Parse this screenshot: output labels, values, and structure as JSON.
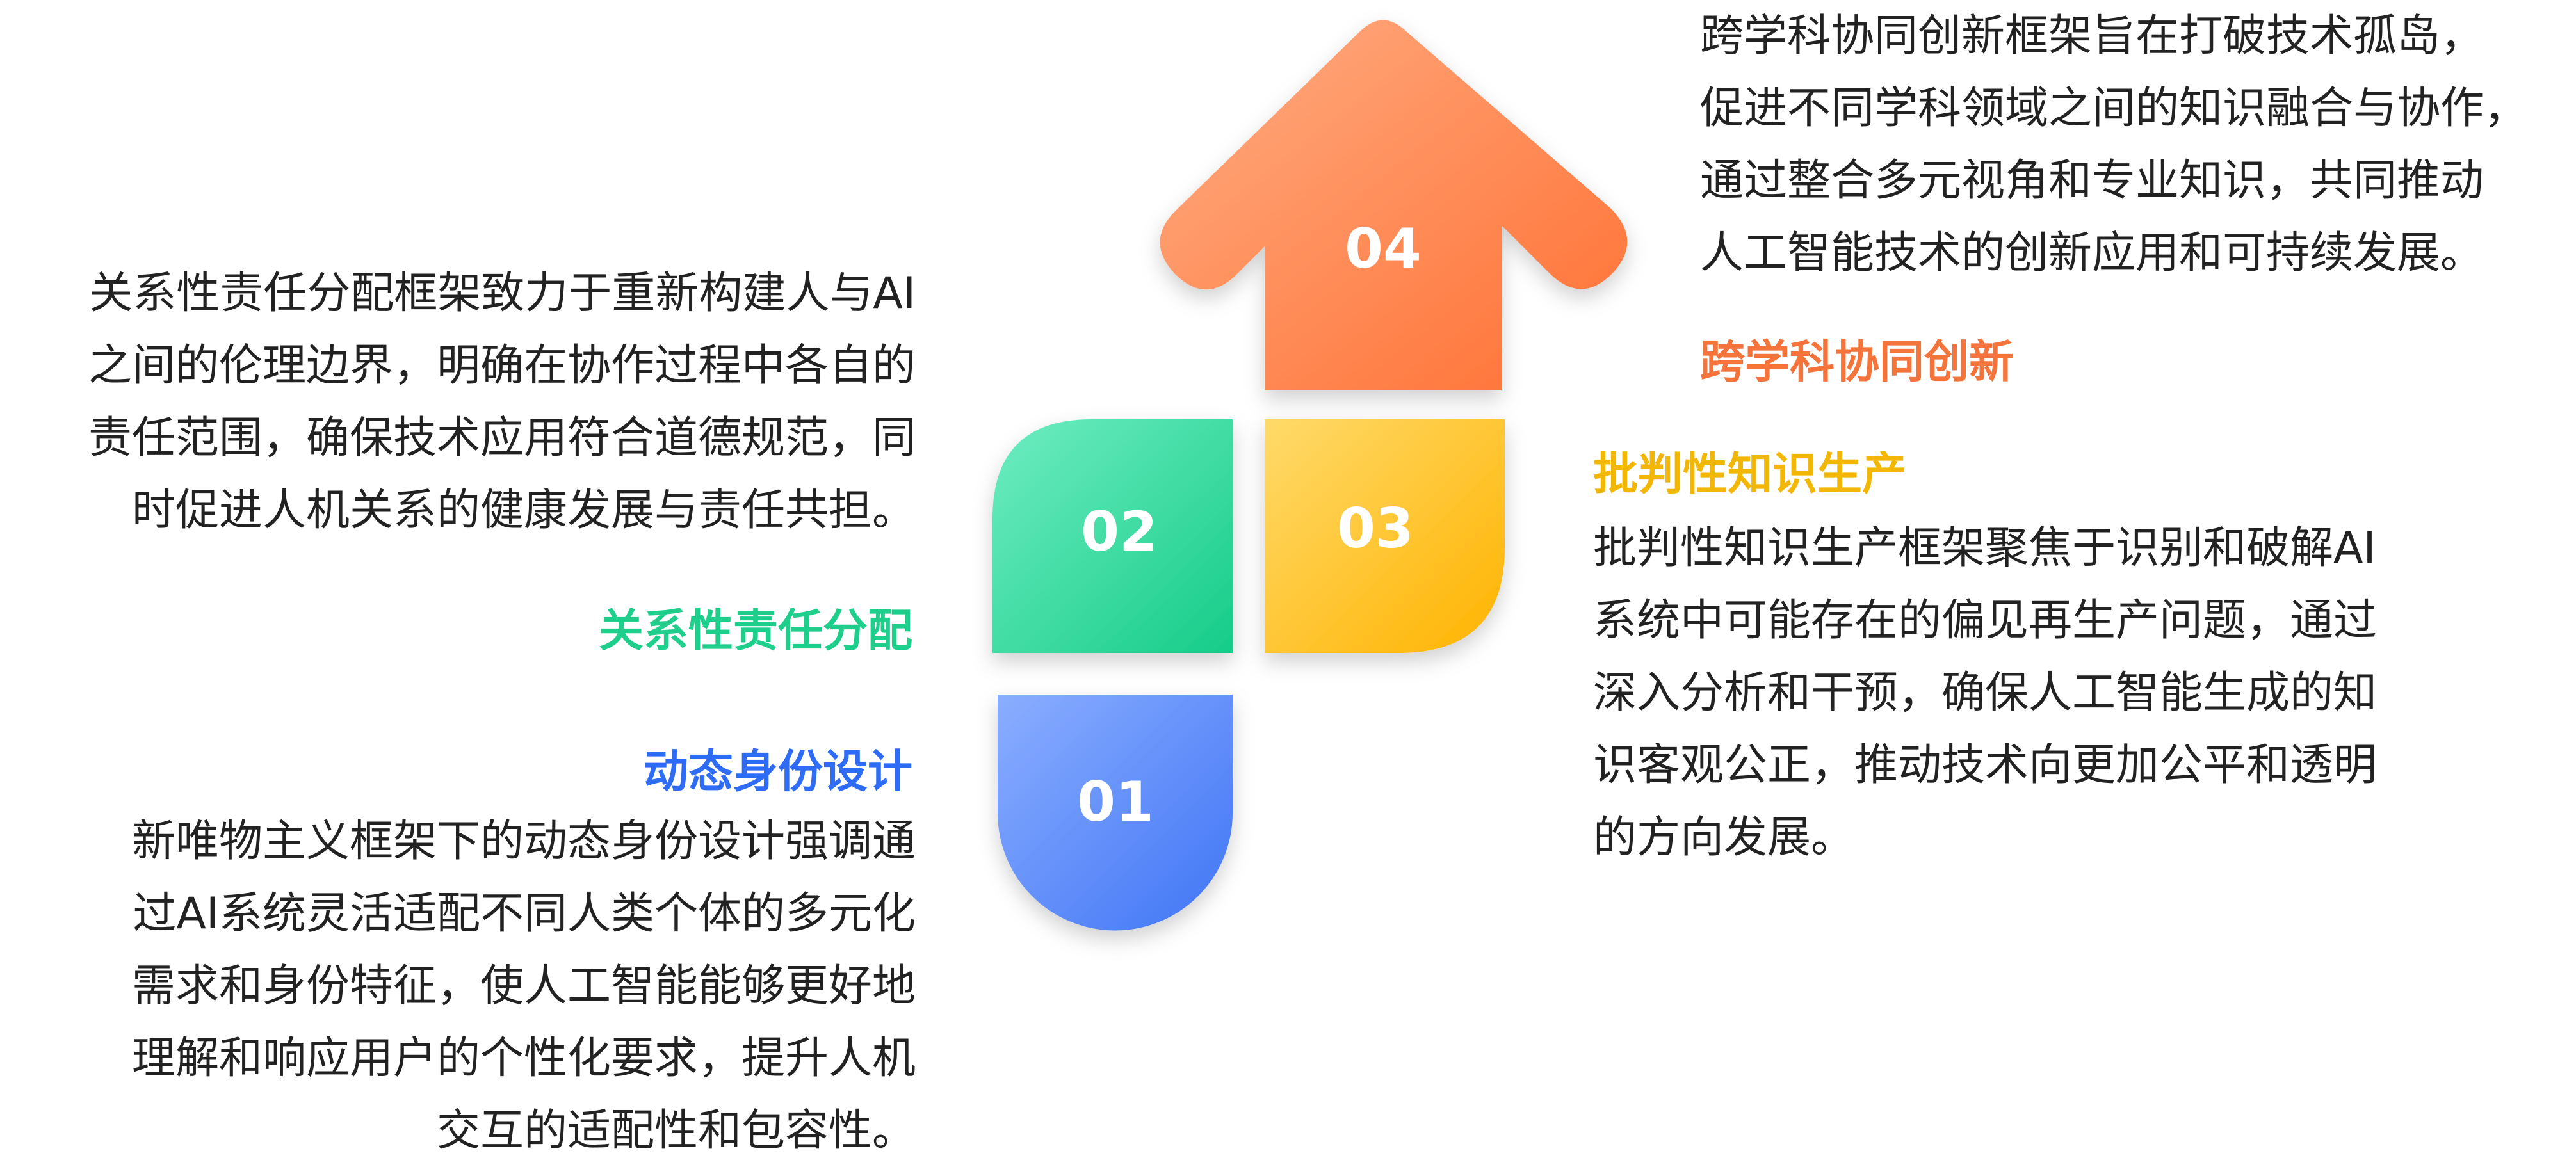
{
  "items": [
    {
      "number": "01",
      "title": "动态身份设计",
      "color": "#2E6CF6",
      "text": "新唯物主义框架下的动态身份设计强调通\n过AI系统灵活适配不同人类个体的多元化\n需求和身份特征，使人工智能能够更好地\n理解和响应用户的个性化要求，提升人机\n交互的适配性和包容性。"
    },
    {
      "number": "02",
      "title": "关系性责任分配",
      "color": "#1ECF8C",
      "text": "关系性责任分配框架致力于重新构建人与AI\n之间的伦理边界，明确在协作过程中各自的\n责任范围，确保技术应用符合道德规范，同\n时促进人机关系的健康发展与责任共担。"
    },
    {
      "number": "03",
      "title": "批判性知识生产",
      "color": "#F2B705",
      "text": "批判性知识生产框架聚焦于识别和破解AI\n系统中可能存在的偏见再生产问题，通过\n深入分析和干预，确保人工智能生成的知\n识客观公正，推动技术向更加公平和透明\n的方向发展。"
    },
    {
      "number": "04",
      "title": "跨学科协同创新",
      "color": "#F4743B",
      "text": "跨学科协同创新框架旨在打破技术孤岛，\n促进不同学科领域之间的知识融合与协作，\n通过整合多元视角和专业知识，共同推动\n人工智能技术的创新应用和可持续发展。"
    }
  ]
}
